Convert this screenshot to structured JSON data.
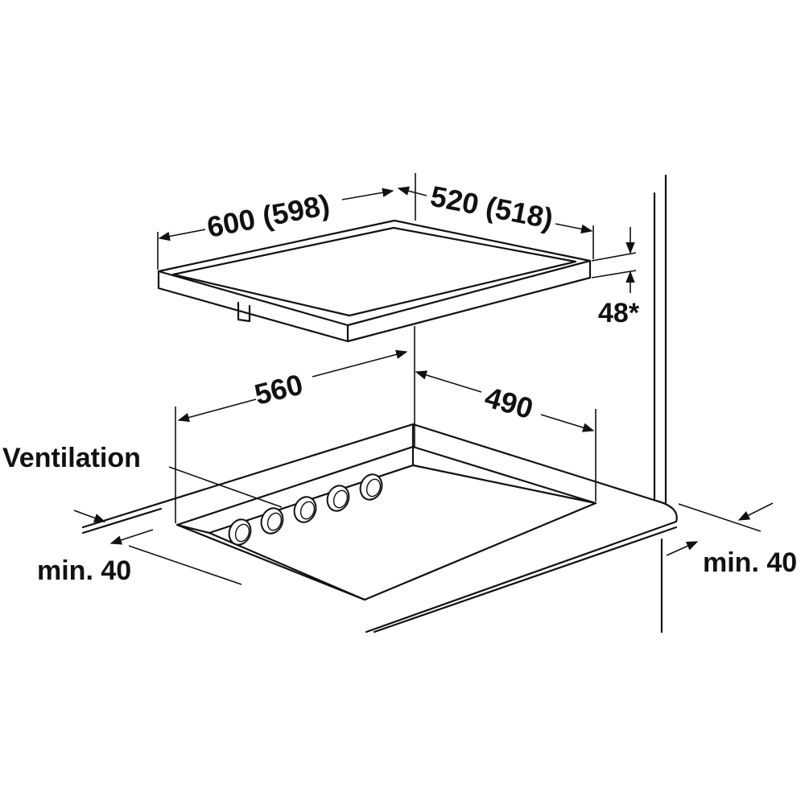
{
  "labels": {
    "width_hob": "600 (598)",
    "depth_hob": "520 (518)",
    "thickness": "48*",
    "cutout_width": "560",
    "cutout_depth": "490",
    "ventilation": "Ventilation",
    "min_left": "min. 40",
    "min_right": "min. 40"
  },
  "colors": {
    "line": "#111111",
    "background": "#ffffff"
  }
}
